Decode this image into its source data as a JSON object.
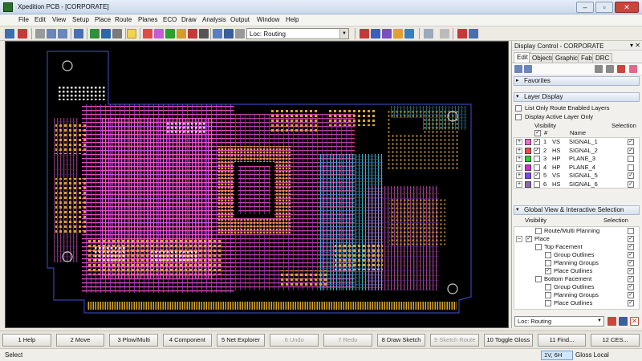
{
  "window": {
    "title": "Xpedition PCB  - [CORPORATE]",
    "minimize_glyph": "–",
    "maximize_glyph": "▫",
    "close_glyph": "✕"
  },
  "menu": {
    "items": [
      "File",
      "Edit",
      "View",
      "Setup",
      "Place",
      "Route",
      "Planes",
      "ECO",
      "Draw",
      "Analysis",
      "Output",
      "Window",
      "Help"
    ]
  },
  "toolbar": {
    "loc_combo_value": "Loc: Routing"
  },
  "panel": {
    "title": "Display Control - CORPORATE",
    "title_controls": "▾ ✕",
    "tabs": [
      "Edit",
      "Objects",
      "Graphic",
      "Fab",
      "DRC"
    ],
    "favorites_label": "Favorites",
    "layer_display_label": "Layer Display",
    "option_route_enabled": "List Only Route Enabled Layers",
    "option_active_only": "Display Active Layer Only",
    "col_visibility": "Visibility",
    "col_selection": "Selection",
    "col_num": "#",
    "col_name": "Name",
    "layers": [
      {
        "num": "1",
        "type": "VS",
        "name": "SIGNAL_1",
        "color": "#ff66cc",
        "visible": true,
        "selectable": true
      },
      {
        "num": "2",
        "type": "HS",
        "name": "SIGNAL_2",
        "color": "#ff4444",
        "visible": true,
        "selectable": true
      },
      {
        "num": "3",
        "type": "HP",
        "name": "PLANE_3",
        "color": "#33cc33",
        "visible": false,
        "selectable": false
      },
      {
        "num": "4",
        "type": "HP",
        "name": "PLANE_4",
        "color": "#cc33cc",
        "visible": false,
        "selectable": false
      },
      {
        "num": "5",
        "type": "VS",
        "name": "SIGNAL_5",
        "color": "#7744ff",
        "visible": true,
        "selectable": true
      },
      {
        "num": "6",
        "type": "HS",
        "name": "SIGNAL_6",
        "color": "#8a6aa8",
        "visible": false,
        "selectable": true
      }
    ],
    "global_view_label": "Global View & Interactive Selection",
    "gv_col_visibility": "Visibility",
    "gv_col_selection": "Selection",
    "gv_items": [
      {
        "label": "Route/Multi Planning",
        "indent": 1,
        "check": false,
        "expander": "",
        "sel": false
      },
      {
        "label": "Place",
        "indent": 0,
        "check": true,
        "expander": "–",
        "sel": true
      },
      {
        "label": "Top Facement",
        "indent": 1,
        "check": false,
        "expander": "",
        "sel": true
      },
      {
        "label": "Group Outlines",
        "indent": 2,
        "check": false,
        "expander": "",
        "sel": true
      },
      {
        "label": "Planning Groups",
        "indent": 2,
        "check": false,
        "expander": "",
        "sel": true
      },
      {
        "label": "Place Outlines",
        "indent": 2,
        "check": true,
        "expander": "",
        "sel": true
      },
      {
        "label": "Bottom Facement",
        "indent": 1,
        "check": false,
        "expander": "",
        "sel": true
      },
      {
        "label": "Group Outlines",
        "indent": 2,
        "check": false,
        "expander": "",
        "sel": true
      },
      {
        "label": "Planning Groups",
        "indent": 2,
        "check": false,
        "expander": "",
        "sel": true
      },
      {
        "label": "Place Outlines",
        "indent": 2,
        "check": false,
        "expander": "",
        "sel": true
      }
    ],
    "bottom_loc_value": "Loc: Routing"
  },
  "fkeys": [
    {
      "label": "1 Help",
      "disabled": false
    },
    {
      "label": "2 Move",
      "disabled": false
    },
    {
      "label": "3 Plow/Multi",
      "disabled": false
    },
    {
      "label": "4 Component",
      "disabled": false
    },
    {
      "label": "5 Net Explorer",
      "disabled": false
    },
    {
      "label": "6 Undo",
      "disabled": true
    },
    {
      "label": "7 Redo",
      "disabled": true
    },
    {
      "label": "8 Draw Sketch",
      "disabled": false
    },
    {
      "label": "9 Sketch Route",
      "disabled": true
    },
    {
      "label": "10 Toggle Gloss",
      "disabled": false
    },
    {
      "label": "11 Find...",
      "disabled": false
    },
    {
      "label": "12 CES...",
      "disabled": false
    }
  ],
  "status": {
    "text": "Select",
    "layer": "1V, 6H",
    "gloss": "Gloss Local"
  },
  "colors": {
    "canvas_bg": "#000000",
    "trace_pink": "#ff55cc",
    "trace_purple": "#8844ff",
    "trace_cyan": "#44dddd",
    "pad_gold": "#d9a52a",
    "board_outline": "#3344aa"
  }
}
